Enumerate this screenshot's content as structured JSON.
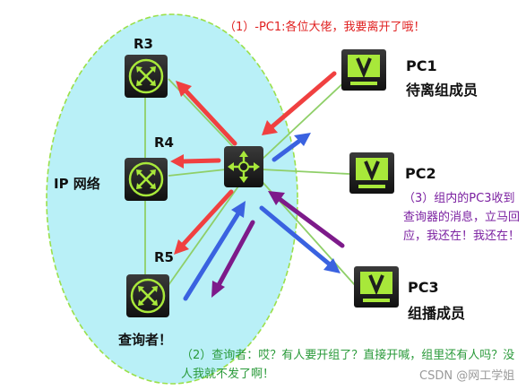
{
  "caption_top": "（1）-PC1:各位大佬，我要离开了哦！",
  "routers": {
    "r3": "R3",
    "r4": "R4",
    "r5": "R5"
  },
  "network_label": "IP 网络",
  "querier_label": "查询者！",
  "pc1": {
    "name": "PC1",
    "role": "待离组成员"
  },
  "pc2": {
    "name": "PC2"
  },
  "pc3": {
    "name": "PC3",
    "role": "组播成员"
  },
  "note_pc3": "（3）组内的PC3收到查询器的消息，立马回应，我还在！我还在！",
  "note_querier": "（2）查询者：哎？有人要开组了？直接开喊，组里还有人吗？没人我就不发了啊！",
  "watermark": "CSDN @网工学姐",
  "colors": {
    "ellipse_fill": "#b9f0f7",
    "ellipse_border": "#9be04a",
    "device_body": "#1e1e1e",
    "device_accent": "#a8e83a",
    "red_arrow": "#f04040",
    "blue_arrow": "#3a62e0",
    "purple_arrow": "#7d1a8a"
  },
  "icons": {
    "router": "router-icon",
    "switch": "multilayer-switch-icon",
    "pc": "monitor-icon"
  }
}
